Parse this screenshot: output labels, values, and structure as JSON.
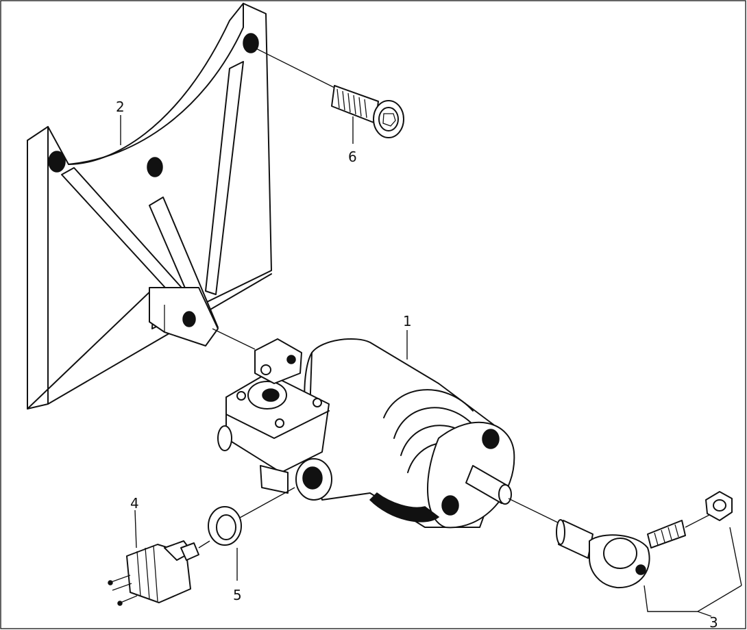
{
  "callouts": [
    {
      "id": "1",
      "text": "1"
    },
    {
      "id": "2",
      "text": "2"
    },
    {
      "id": "3",
      "text": "3"
    },
    {
      "id": "4",
      "text": "4"
    },
    {
      "id": "5",
      "text": "5"
    },
    {
      "id": "6",
      "text": "6"
    }
  ],
  "parts": [
    {
      "callout": "1",
      "icon": "valve-assembly-icon"
    },
    {
      "callout": "2",
      "icon": "mounting-bracket-icon"
    },
    {
      "callout": "3",
      "icon": "ball-joint-rod-end-icon"
    },
    {
      "callout": "4",
      "icon": "pressure-switch-icon"
    },
    {
      "callout": "5",
      "icon": "sealing-washer-icon"
    },
    {
      "callout": "6",
      "icon": "socket-head-bolt-icon"
    }
  ],
  "colors": {
    "line": "#111111",
    "background": "#ffffff"
  }
}
